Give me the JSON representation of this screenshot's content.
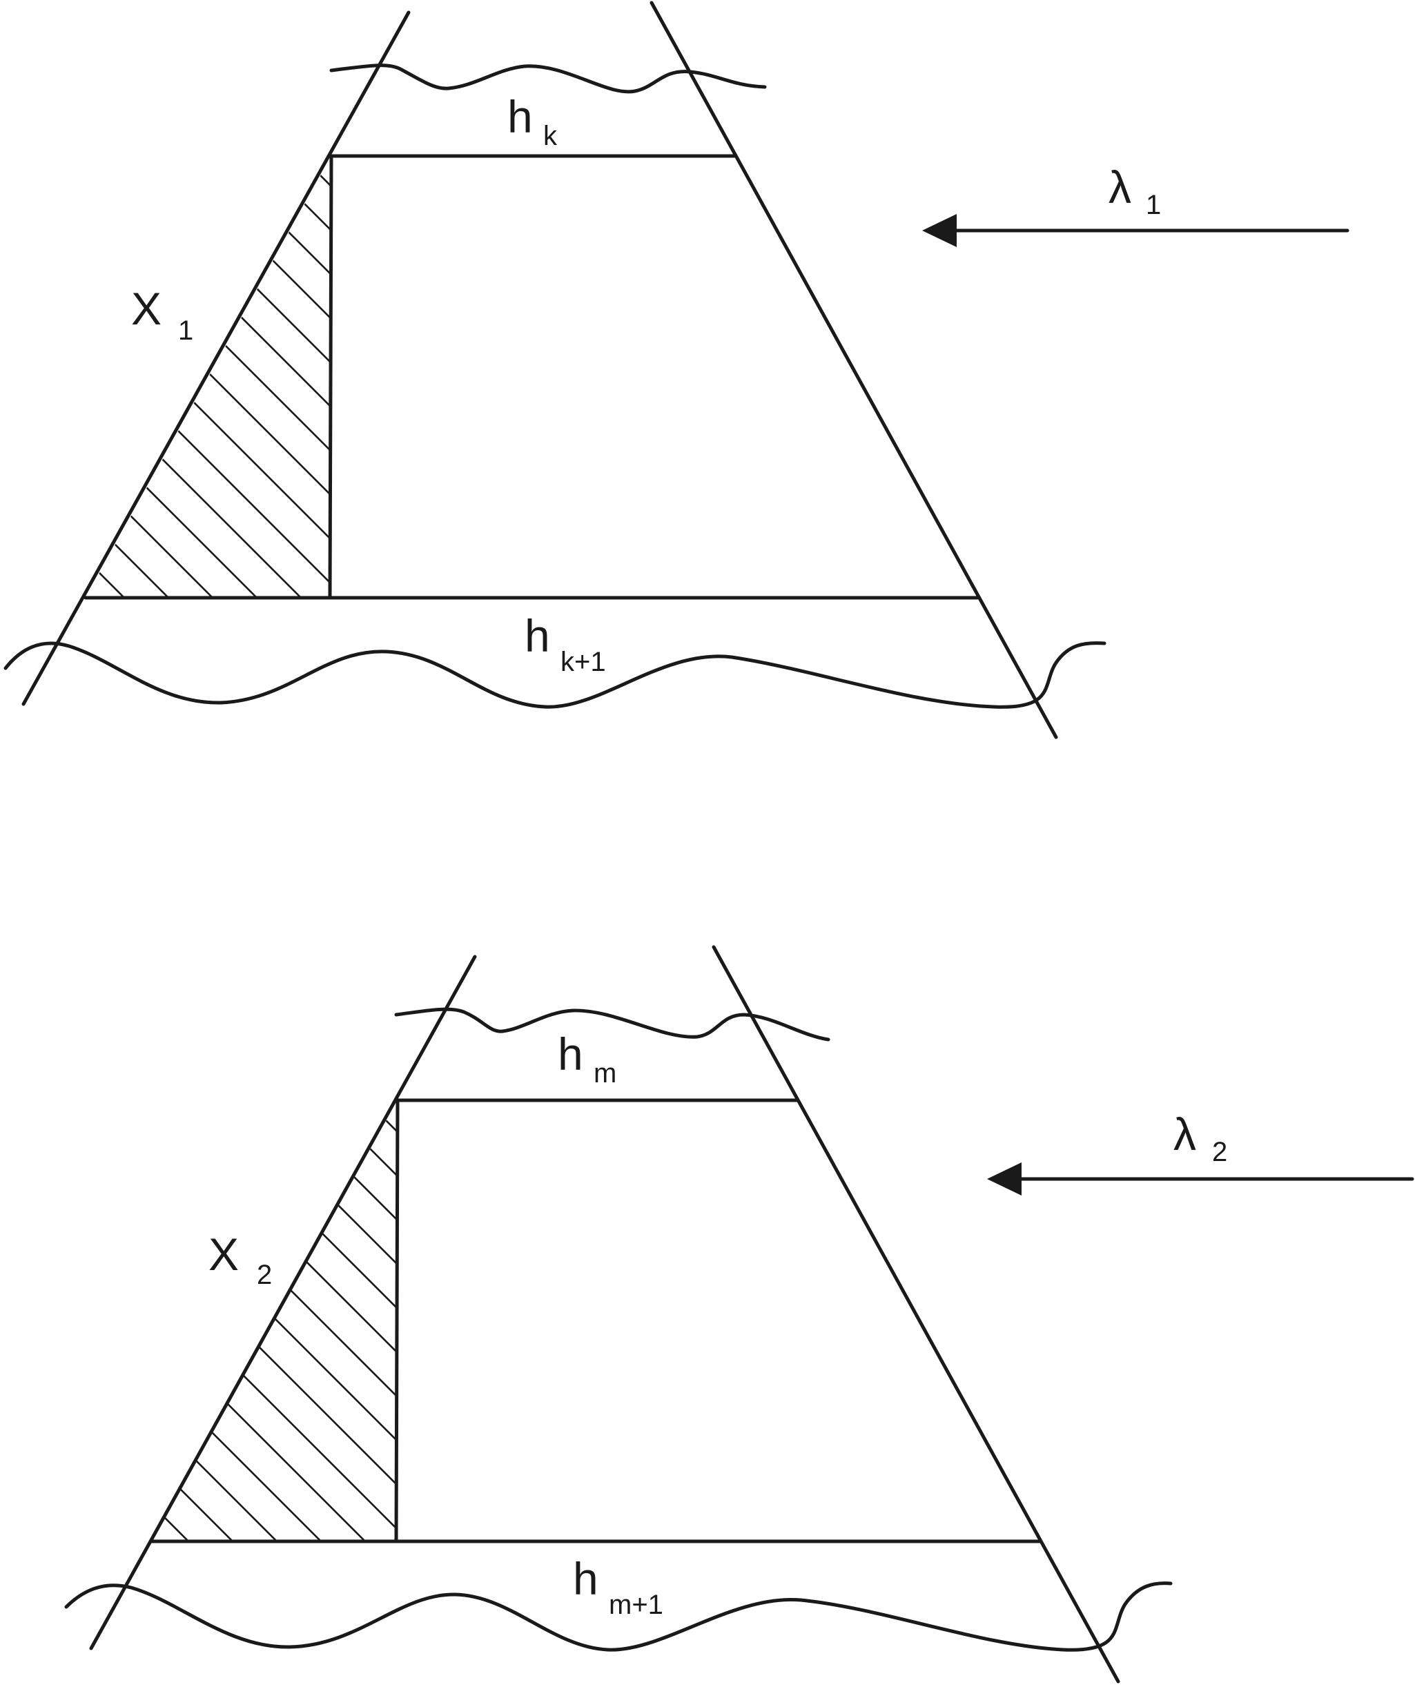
{
  "top": {
    "label_top": "h",
    "label_top_sub": "k",
    "label_bottom": "h",
    "label_bottom_sub": "k+1",
    "label_side": "X",
    "label_side_sub": "1",
    "arrow_label": "λ",
    "arrow_label_sub": "1"
  },
  "bottom": {
    "label_top": "h",
    "label_top_sub": "m",
    "label_bottom": "h",
    "label_bottom_sub": "m+1",
    "label_side": "X",
    "label_side_sub": "2",
    "arrow_label": "λ",
    "arrow_label_sub": "2"
  }
}
